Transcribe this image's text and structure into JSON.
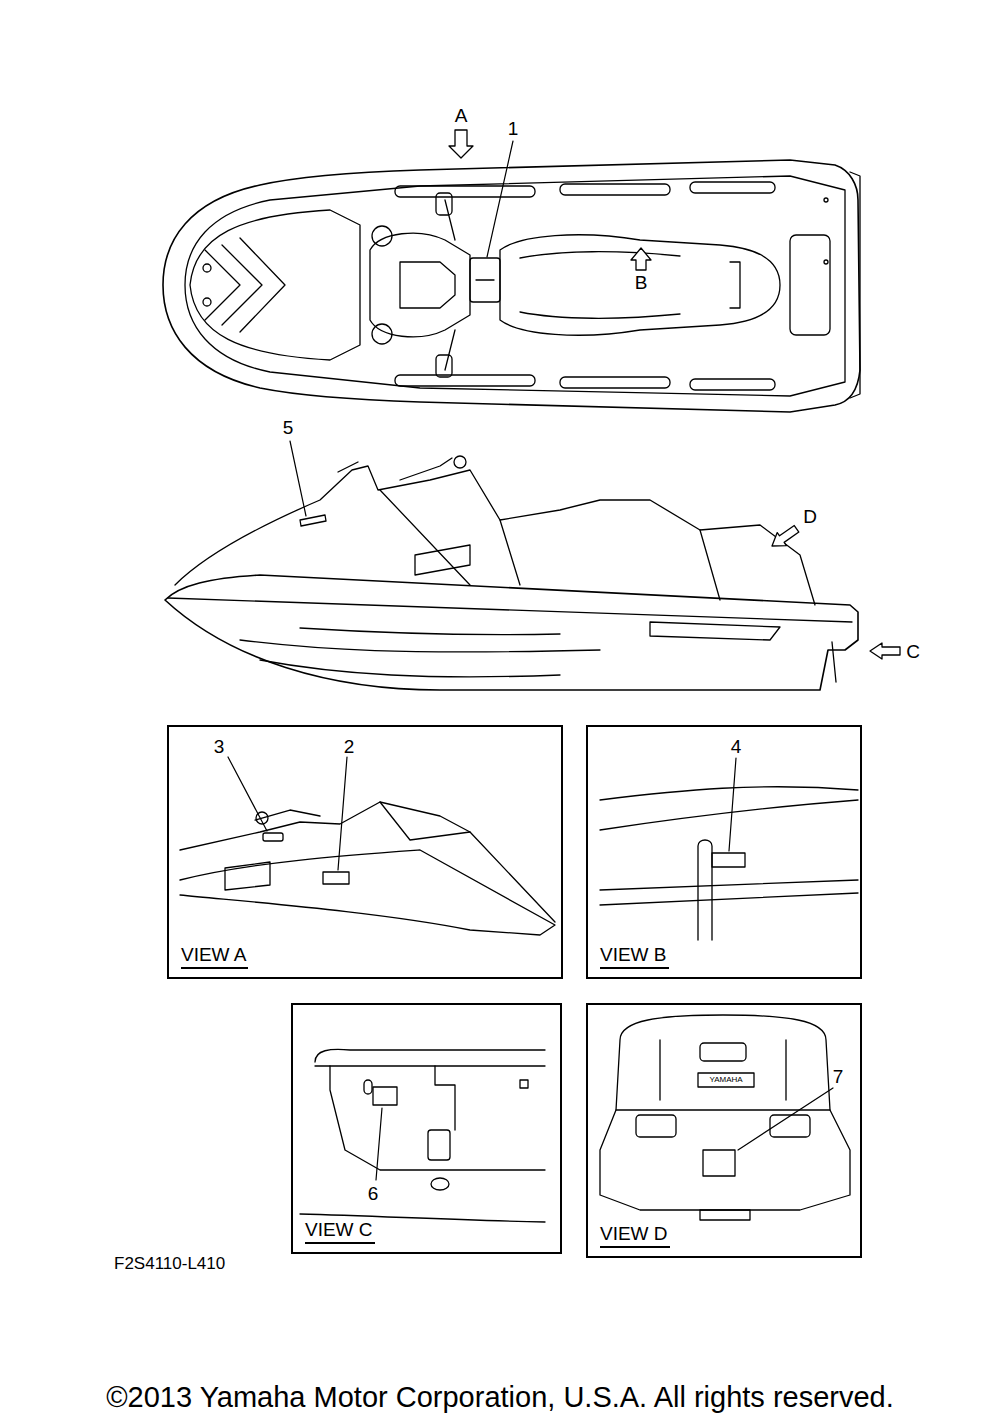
{
  "diagram": {
    "caption": "©2013 Yamaha Motor Corporation, U.S.A. All rights reserved.",
    "nodes": [
      {
        "text": [
          "VIEW A"
        ]
      },
      {
        "text": [
          "VIEW B"
        ]
      },
      {
        "text": [
          "VIEW C"
        ]
      },
      {
        "text": [
          "VIEW D"
        ]
      }
    ],
    "labels": [
      "A",
      "1",
      "B",
      "5",
      "D",
      "C",
      "3",
      "2",
      "4",
      "6",
      "7",
      "YAMAHA",
      "F2S4110-L410"
    ]
  }
}
